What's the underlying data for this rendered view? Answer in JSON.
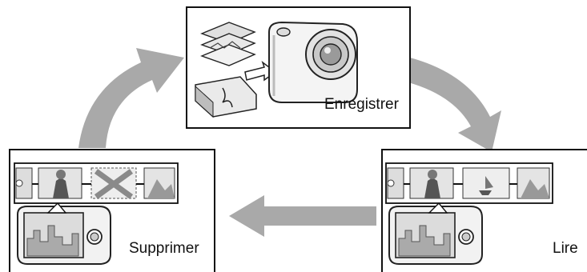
{
  "steps": {
    "record": "Enregistrer",
    "play": "Lire",
    "delete": "Supprimer"
  },
  "colors": {
    "arrow": "#a9a9a9",
    "outline": "#111111",
    "fill_light": "#eeeeee",
    "fill_mid": "#cfcfcf"
  }
}
